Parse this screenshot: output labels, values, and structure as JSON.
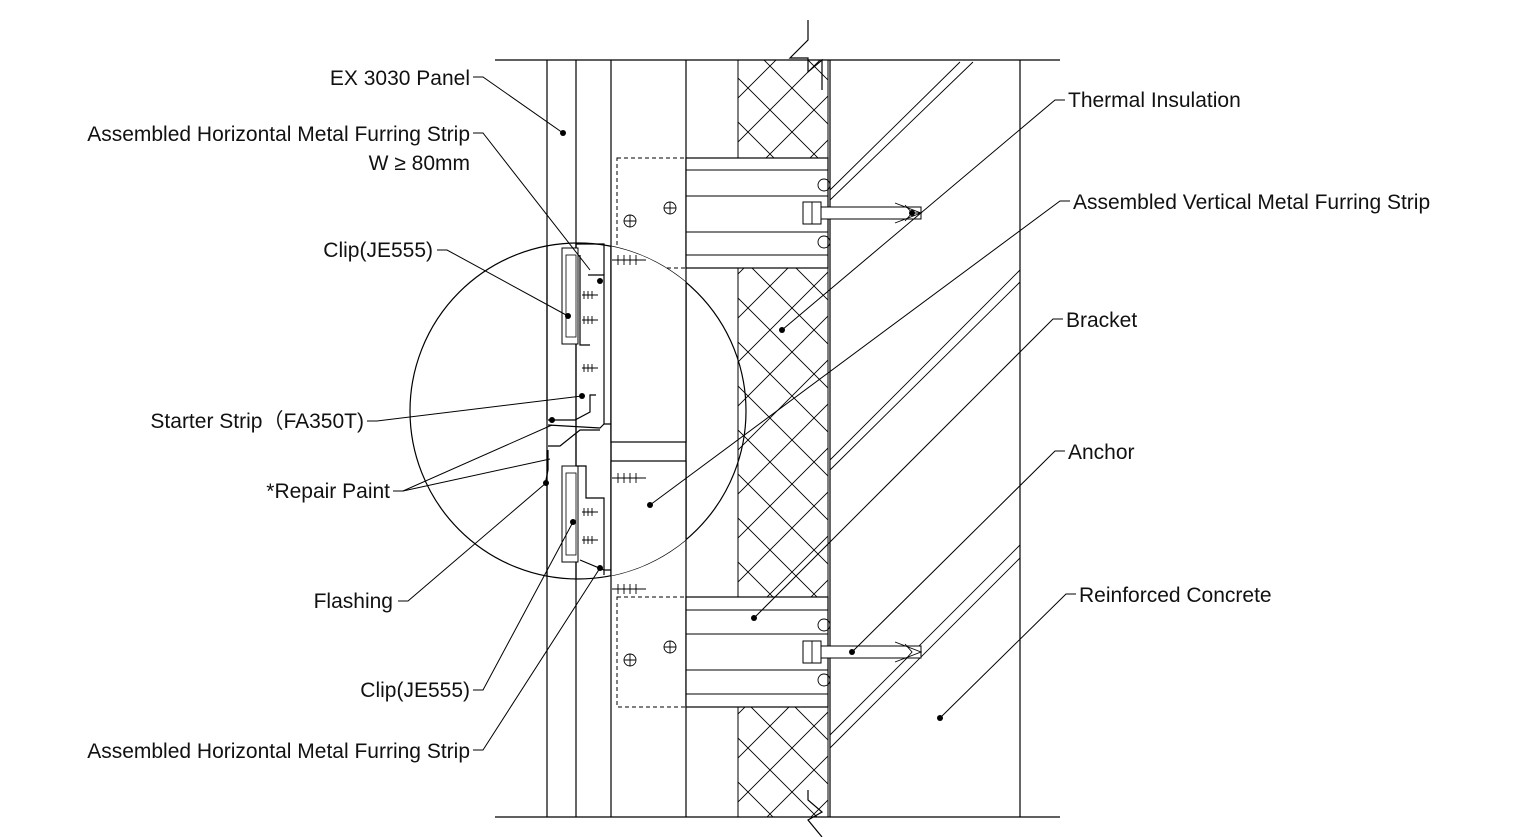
{
  "labels": {
    "ex3030_panel": "EX 3030 Panel",
    "horiz_furring_top_l1": "Assembled Horizontal Metal Furring Strip",
    "horiz_furring_top_l2": "W ≥ 80mm",
    "clip_top": "Clip(JE555)",
    "starter_strip": "Starter Strip（FA350T)",
    "repair_paint": "*Repair Paint",
    "flashing": "Flashing",
    "clip_bottom": "Clip(JE555)",
    "horiz_furring_bottom": "Assembled Horizontal Metal Furring Strip",
    "thermal_insulation": "Thermal Insulation",
    "vertical_furring": "Assembled Vertical Metal Furring Strip",
    "bracket": "Bracket",
    "anchor": "Anchor",
    "reinforced_concrete": "Reinforced Concrete"
  },
  "colors": {
    "line": "#000000",
    "text": "#111111",
    "background": "#ffffff"
  }
}
